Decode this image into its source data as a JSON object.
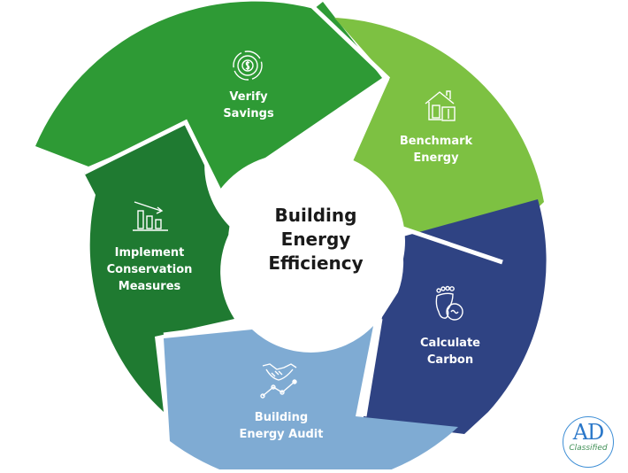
{
  "diagram": {
    "title_lines": [
      "Building",
      "Energy",
      "Efficiency"
    ],
    "center_color": "#ffffff",
    "segments": [
      {
        "id": "verify-savings",
        "lines": [
          "Verify",
          "Savings"
        ],
        "icon": "dollar-cycle-icon",
        "color": "#2e9a35"
      },
      {
        "id": "benchmark-energy",
        "lines": [
          "Benchmark",
          "Energy"
        ],
        "icon": "house-meter-icon",
        "color": "#7dc142"
      },
      {
        "id": "calculate-carbon",
        "lines": [
          "Calculate",
          "Carbon"
        ],
        "icon": "carbon-footprint-icon",
        "color": "#2f4383"
      },
      {
        "id": "building-energy-audit",
        "lines": [
          "Building",
          "Energy Audit"
        ],
        "icon": "handshake-trend-icon",
        "color": "#7fabd3"
      },
      {
        "id": "implement-conservation-measures",
        "lines": [
          "Implement",
          "Conservation",
          "Measures"
        ],
        "icon": "declining-bars-icon",
        "color": "#1f7a31"
      }
    ]
  },
  "watermark": {
    "main": "AD",
    "sub": "Classified",
    "ring_color": "#3f8fd6"
  }
}
